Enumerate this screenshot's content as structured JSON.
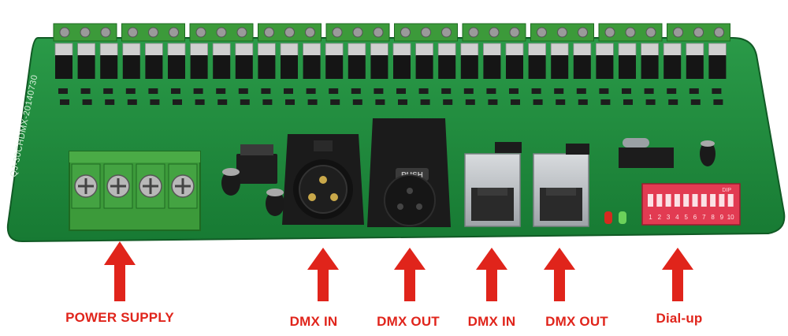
{
  "image": {
    "subject": "DMX decoder circuit board",
    "colors": {
      "pcb": "#1f8a3c",
      "pcb_dark": "#15682c",
      "terminal": "#3c9a3a",
      "connector": "#1b1b1b",
      "rj45": "#bfc3c6",
      "dip": "#e23b52",
      "arrow": "#e0241b"
    }
  },
  "board_text": {
    "silkscreen_model": "QJ-30CHDMX-20140730",
    "xlr_push": "PUSH",
    "dip_header": "DIP",
    "dip_numbers": [
      "1",
      "2",
      "3",
      "4",
      "5",
      "6",
      "7",
      "8",
      "9",
      "10"
    ]
  },
  "labels": {
    "power_supply": "POWER SUPPLY",
    "dmx_in_xlr": "DMX IN",
    "dmx_out_xlr": "DMX OUT",
    "dmx_in_rj45": "DMX IN",
    "dmx_out_rj45": "DMX OUT",
    "dial_up": "Dial-up"
  }
}
